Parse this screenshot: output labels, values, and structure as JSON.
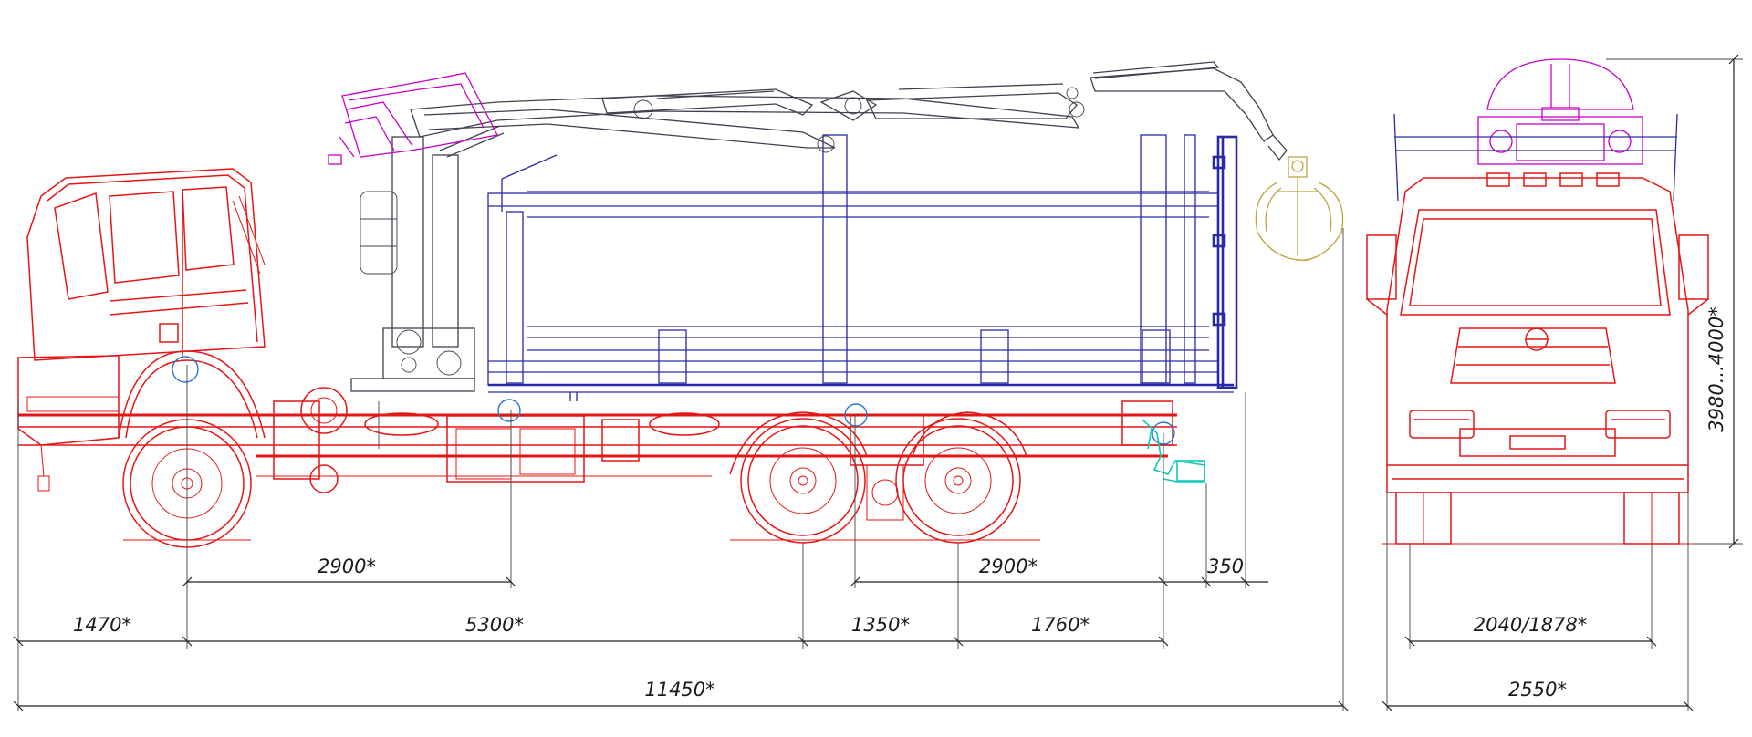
{
  "drawing": {
    "colors": {
      "cab_chassis": "#e41616",
      "body": "#2a2aa8",
      "crane": "#404050",
      "crane_rest": "#c800c8",
      "grapple": "#c0a340",
      "hitch": "#12c8b8",
      "dimension": "#1a1a1a",
      "background": "#ffffff"
    },
    "dimensions": {
      "side": {
        "crane_to_front_axle": "2900*",
        "rear_axle_to_hitch": "2900*",
        "hitch_overhang": "350",
        "front_overhang": "1470*",
        "wheelbase": "5300*",
        "rear_axle_spacing": "1350*",
        "rear_overhang": "1760*",
        "overall_length": "11450*"
      },
      "front": {
        "track_width": "2040/1878*",
        "overall_width": "2550*",
        "overall_height": "3980...4000*"
      }
    }
  }
}
